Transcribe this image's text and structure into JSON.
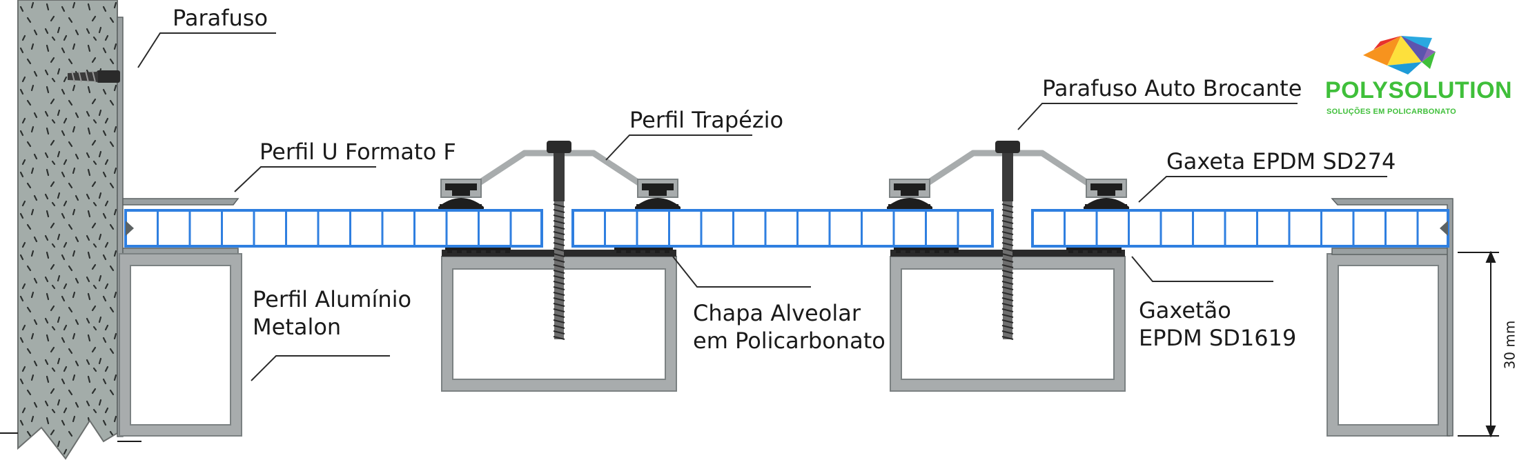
{
  "labels": {
    "parafuso": "Parafuso",
    "perfil_u": "Perfil U Formato F",
    "perfil_trapezio": "Perfil Trapézio",
    "parafuso_auto": "Parafuso Auto Brocante",
    "gaxeta": "Gaxeta  EPDM SD274",
    "perfil_aluminio_l1": "Perfil Alumínio",
    "perfil_aluminio_l2": "Metalon",
    "chapa_l1": "Chapa Alveolar",
    "chapa_l2": "em Policarbonato",
    "gaxetao_l1": "Gaxetão",
    "gaxetao_l2": "EPDM SD1619",
    "dimension": "30 mm"
  },
  "logo": {
    "name": "POLYSOLUTION",
    "tagline": "SOLUÇÕES EM POLICARBONATO",
    "colors": [
      "#e8322b",
      "#f7931e",
      "#fde03c",
      "#2aa9e0",
      "#6a3ea1",
      "#3fbf3a"
    ]
  },
  "colors": {
    "panel_stroke": "#2f7fe0",
    "panel_fill": "#ffffff",
    "metal": "#a9adae",
    "metal_dark": "#7d8384",
    "wall": "#9fa8a6",
    "gasket": "#1e1e1e",
    "leader": "#2a2a2a"
  }
}
